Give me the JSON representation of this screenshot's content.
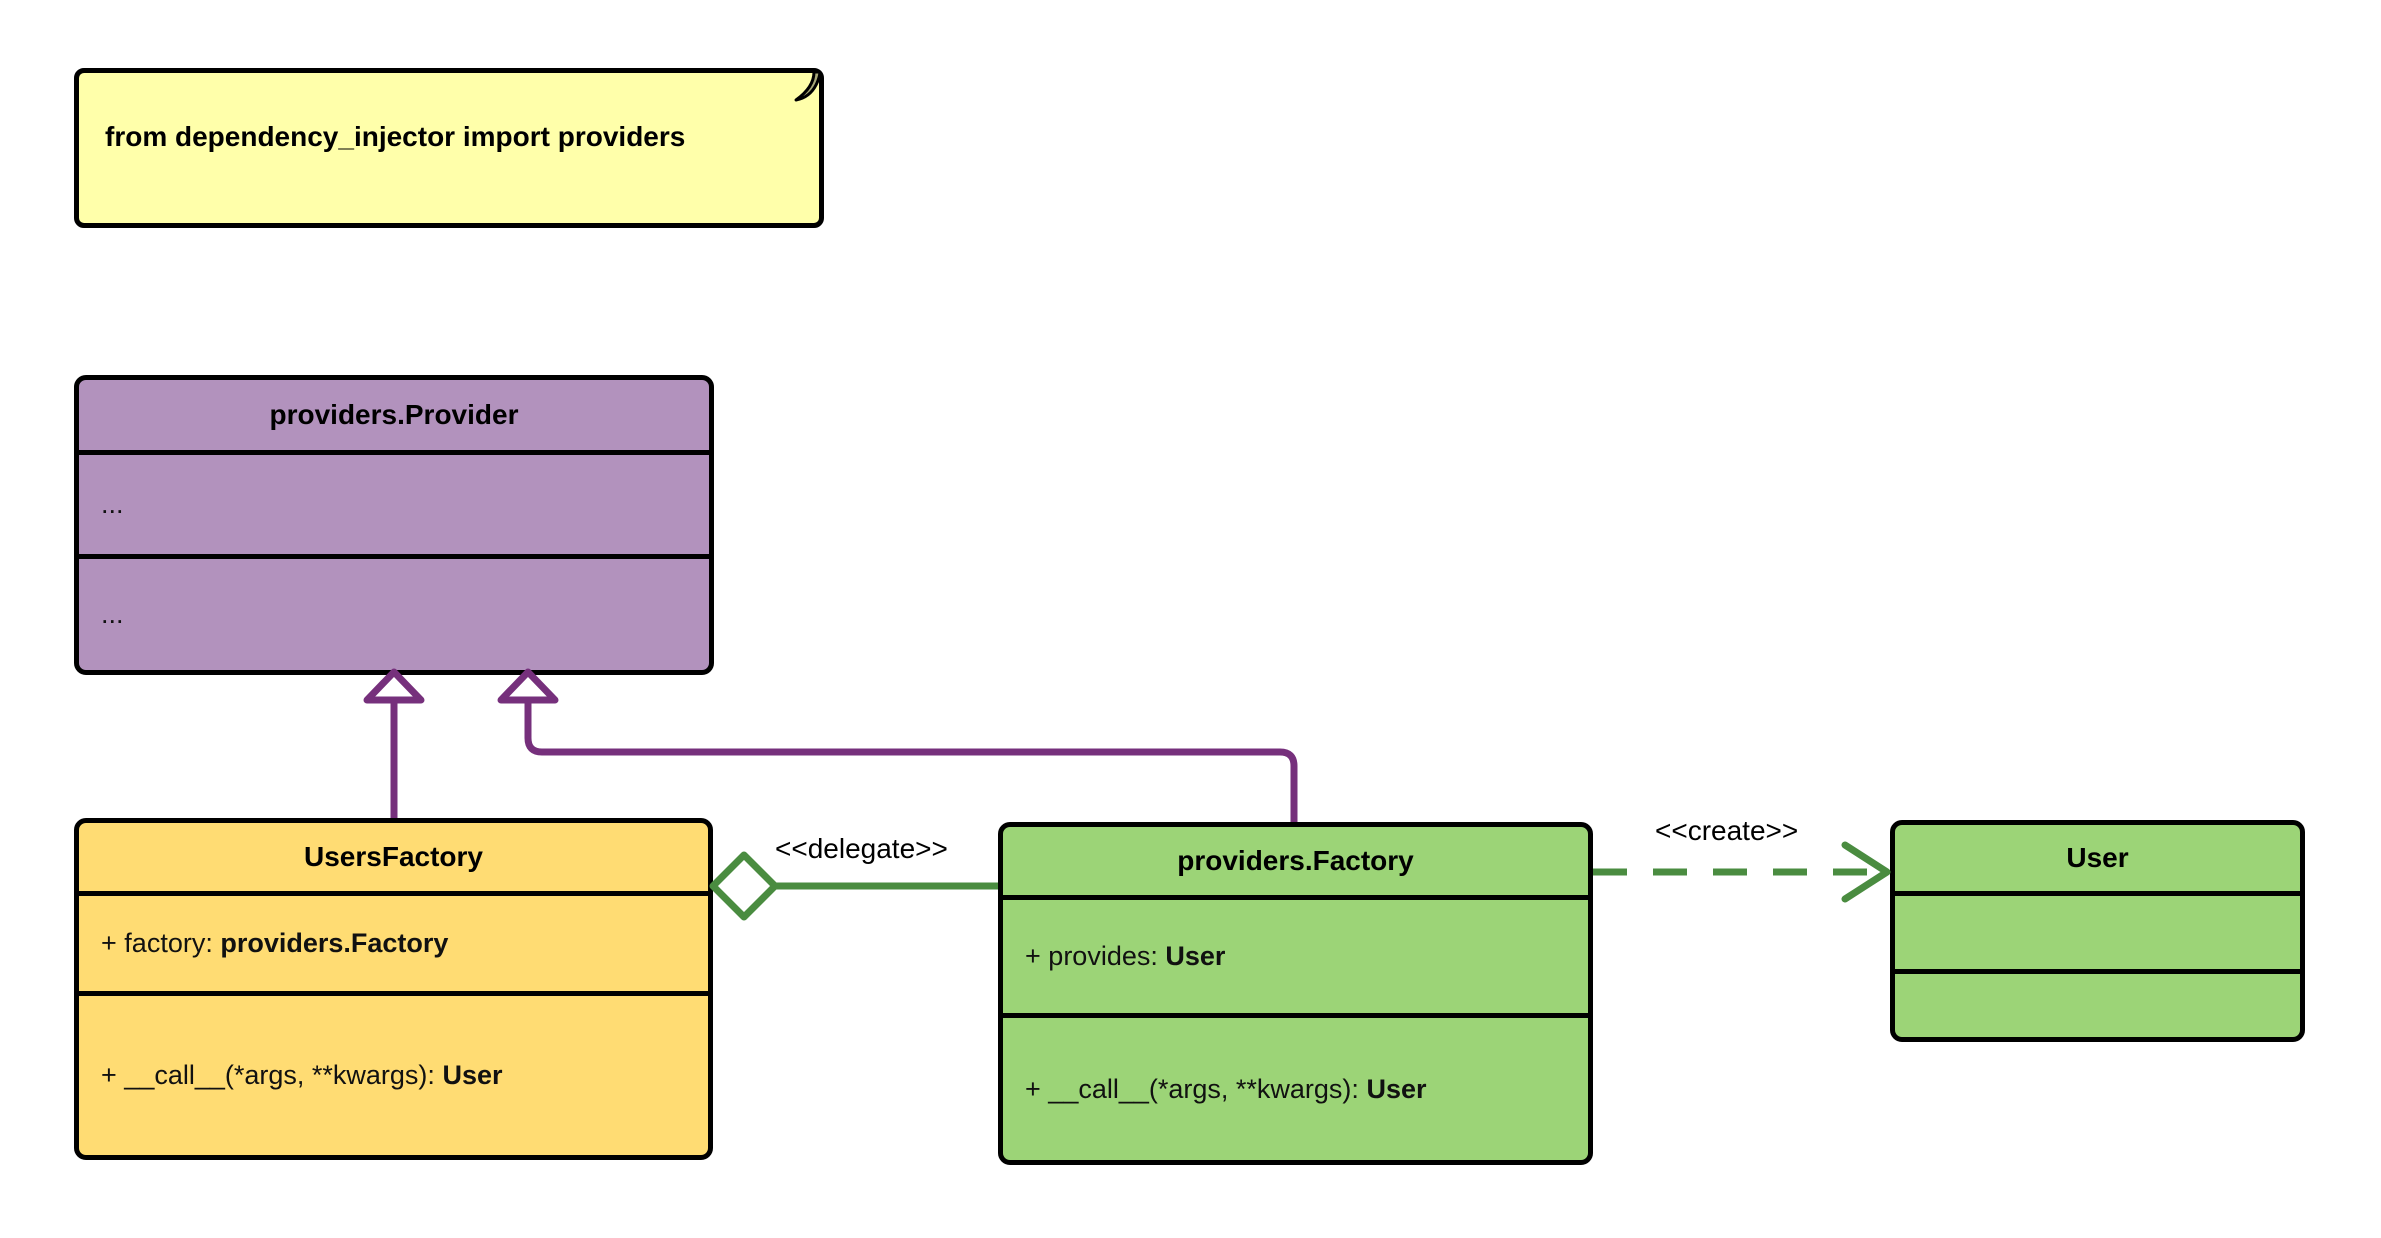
{
  "diagram": {
    "type": "uml-class-diagram",
    "background": "#ffffff"
  },
  "note": {
    "text": "from dependency_injector import providers",
    "fill": "#ffffaa",
    "fold_fill": "#a8a878",
    "border": "#000000"
  },
  "classes": [
    {
      "id": "providers-provider",
      "name": "providers.Provider",
      "fill": "#b292bd",
      "border": "#000000",
      "attributes": [
        "..."
      ],
      "methods": [
        "..."
      ]
    },
    {
      "id": "users-factory",
      "name": "UsersFactory",
      "fill": "#ffdc73",
      "border": "#000000",
      "attributes": [
        {
          "visibility": "+",
          "label": "factory:",
          "type": "providers.Factory"
        }
      ],
      "methods": [
        {
          "visibility": "+",
          "label": "__call__(*args, **kwargs):",
          "type": "User"
        }
      ]
    },
    {
      "id": "providers-factory",
      "name": "providers.Factory",
      "fill": "#9cd477",
      "border": "#000000",
      "attributes": [
        {
          "visibility": "+",
          "label": "provides:",
          "type": "User"
        }
      ],
      "methods": [
        {
          "visibility": "+",
          "label": "__call__(*args, **kwargs):",
          "type": "User"
        }
      ]
    },
    {
      "id": "user",
      "name": "User",
      "fill": "#9cd477",
      "border": "#000000",
      "attributes": [
        ""
      ],
      "methods": [
        ""
      ]
    }
  ],
  "relationships": [
    {
      "id": "inherit-users-factory",
      "kind": "generalization",
      "from": "UsersFactory",
      "to": "providers.Provider",
      "color": "#76307c",
      "stereotype": ""
    },
    {
      "id": "inherit-providers-factory",
      "kind": "generalization",
      "from": "providers.Factory",
      "to": "providers.Provider",
      "color": "#76307c",
      "stereotype": ""
    },
    {
      "id": "delegate",
      "kind": "aggregation",
      "from": "UsersFactory",
      "to": "providers.Factory",
      "color": "#4a8c40",
      "stereotype": "<<delegate>>"
    },
    {
      "id": "create",
      "kind": "dependency",
      "from": "providers.Factory",
      "to": "User",
      "color": "#4a8c40",
      "stereotype": "<<create>>"
    }
  ],
  "labels": {
    "delegate": "<<delegate>>",
    "create": "<<create>>"
  }
}
